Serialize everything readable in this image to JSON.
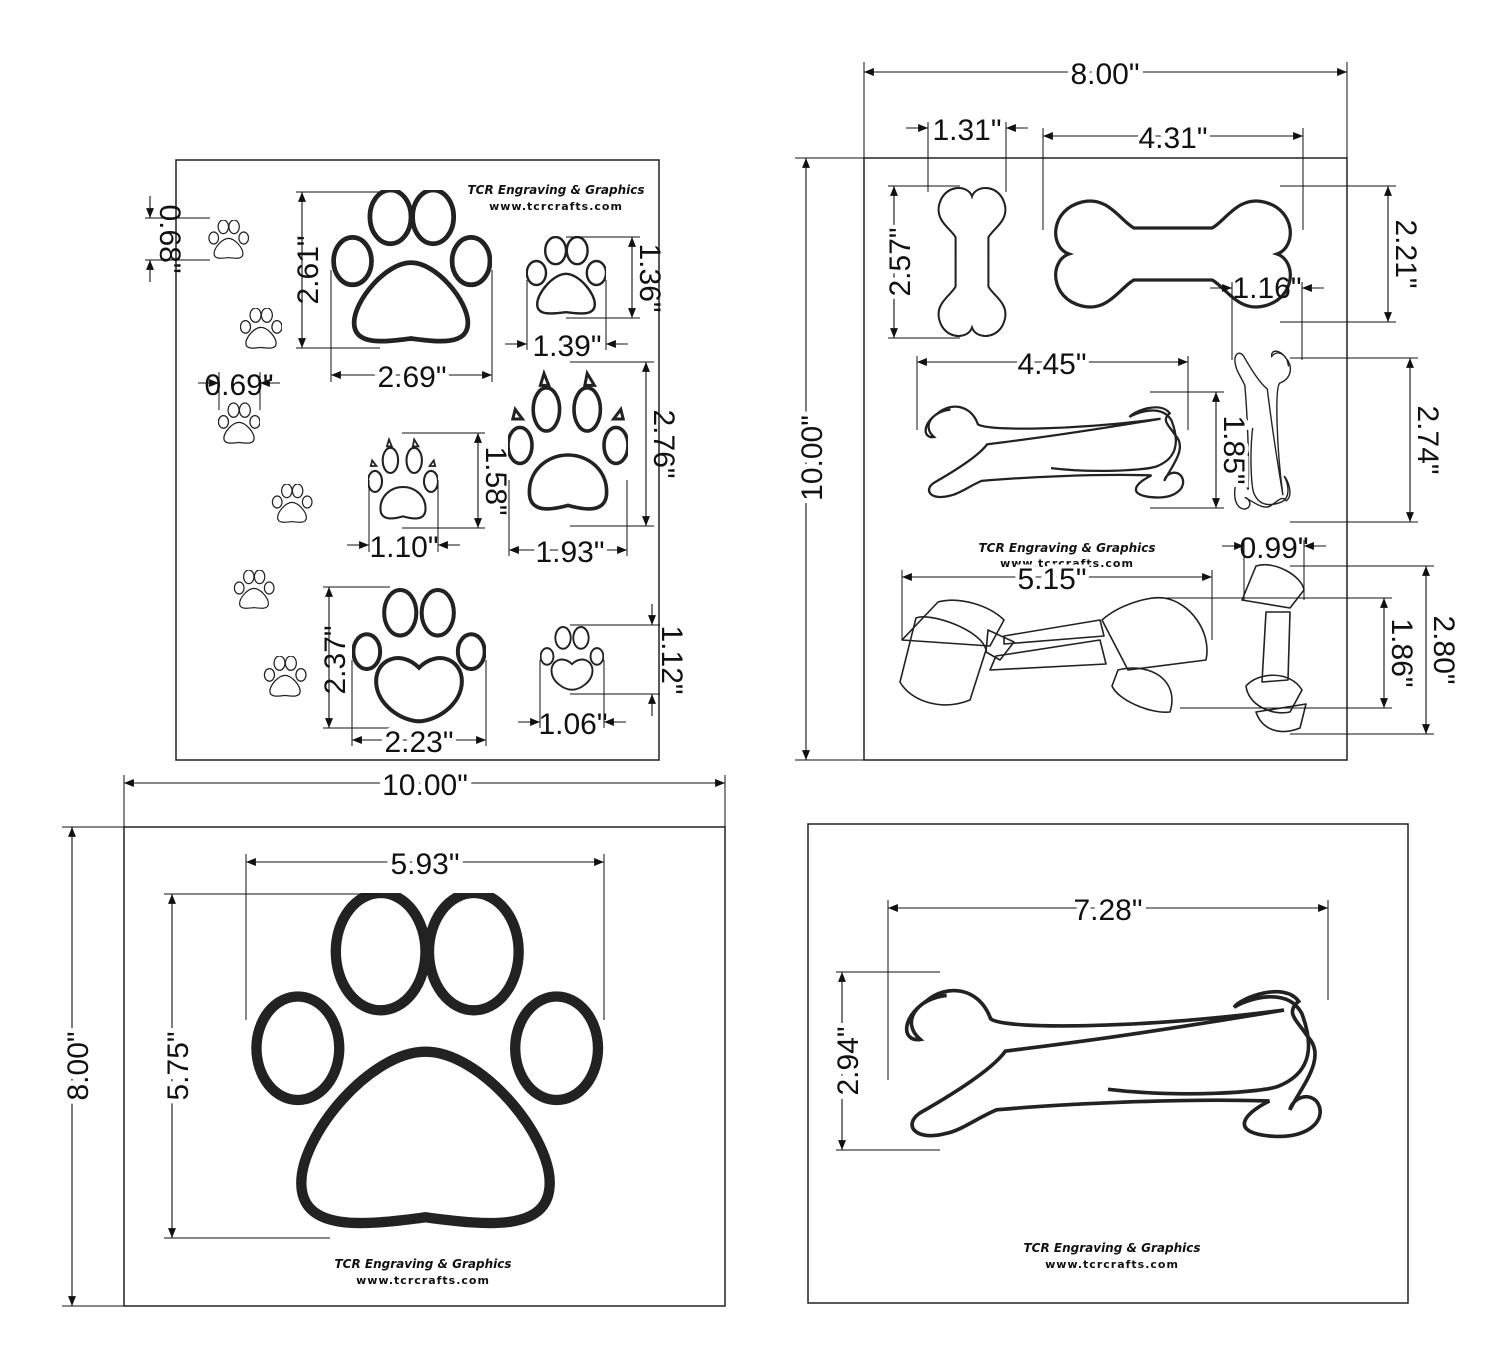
{
  "sheets": [
    {
      "id": "paw-sheet-small",
      "brand": "TCR Engraving & Graphics",
      "url": "www.tcrcrafts.com",
      "dims": [
        "0.68\"",
        "2.61\"",
        "2.69\"",
        "1.36\"",
        "1.39\"",
        "0.69\"",
        "2.76\"",
        "1.58\"",
        "1.10\"",
        "1.93\"",
        "2.37\"",
        "2.23\"",
        "1.12\"",
        "1.06\""
      ]
    },
    {
      "id": "bone-sheet-small",
      "brand": "TCR Engraving & Graphics",
      "url": "www.tcrcrafts.com",
      "dims": [
        "8.00\"",
        "10.00\"",
        "1.31\"",
        "4.31\"",
        "2.57\"",
        "2.21\"",
        "1.16\"",
        "4.45\"",
        "1.85\"",
        "2.74\"",
        "0.99\"",
        "5.15\"",
        "1.86\"",
        "2.80\""
      ]
    },
    {
      "id": "paw-sheet-large",
      "brand": "TCR Engraving & Graphics",
      "url": "www.tcrcrafts.com",
      "dims": [
        "10.00\"",
        "8.00\"",
        "5.93\"",
        "5.75\""
      ]
    },
    {
      "id": "bone-sheet-large",
      "brand": "TCR Engraving & Graphics",
      "url": "www.tcrcrafts.com",
      "dims": [
        "7.28\"",
        "2.94\""
      ]
    }
  ]
}
